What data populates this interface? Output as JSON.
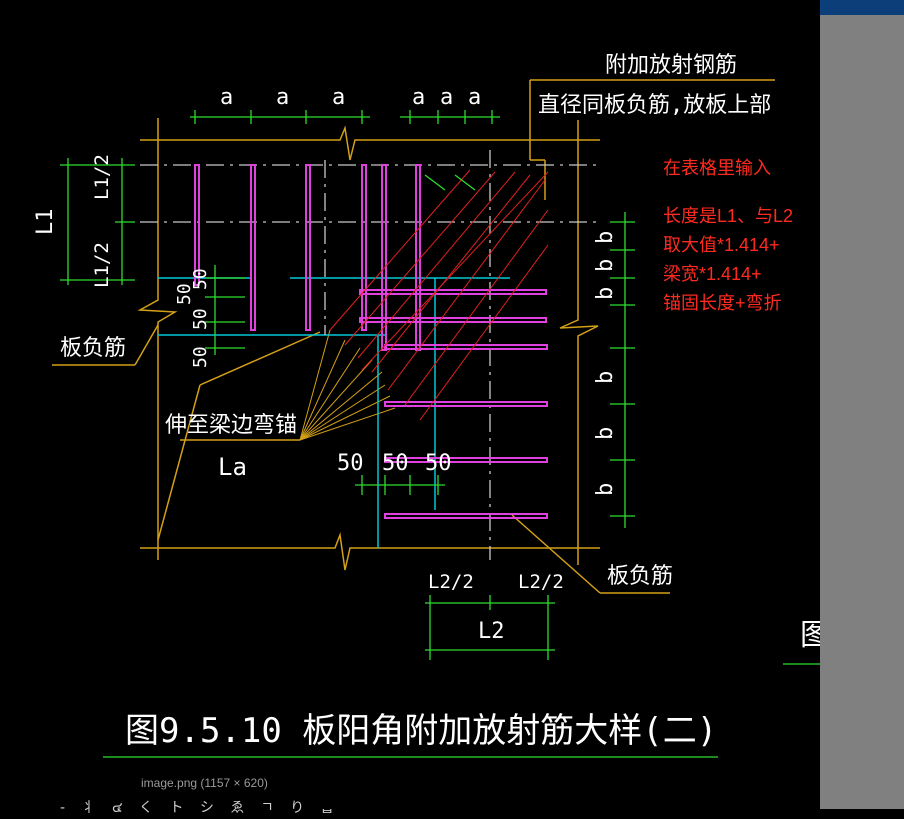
{
  "labels": {
    "top_right_title_1": "附加放射钢筋",
    "top_right_title_2": "直径同板负筋,放板上部",
    "top_dim_a": [
      "a",
      "a",
      "a",
      "a",
      "a",
      "a"
    ],
    "left_dim_l1": "L1",
    "left_dim_l1_half_top": "L1/2",
    "left_dim_l1_half_bottom": "L1/2",
    "left_dim_50_a": "50",
    "left_dim_50_b": "50",
    "left_dim_50_c": "50",
    "left_dim_50_d": "50",
    "left_rebar_label": "板负筋",
    "anchor_label": "伸至梁边弯锚",
    "la_label": "La",
    "bottom_dim_50_a": "50",
    "bottom_dim_50_b": "50",
    "bottom_dim_50_c": "50",
    "right_dim_b": [
      "b",
      "b",
      "b",
      "b",
      "b",
      "b"
    ],
    "bottom_right_rebar_label": "板负筋",
    "bottom_l2_half_left": "L2/2",
    "bottom_l2_half_right": "L2/2",
    "bottom_l2": "L2",
    "figure_title": "图9.5.10  板阳角附加放射筋大样(二)",
    "cut_glyph": "图"
  },
  "note": {
    "line1": "在表格里输入",
    "line2": "长度是L1、与L2",
    "line3": "取大值*1.414+",
    "line4": "梁宽*1.414+",
    "line5": "锚固长度+弯折"
  },
  "image_caption": "image.png (1157 × 620)",
  "bottom_strip_text": "- 丬 ๔ く ト シ ゑ ㄱ り ᆸ",
  "colors": {
    "background": "#000000",
    "beam_lines": "#d4a017",
    "rebar_magenta": "#e040e0",
    "radial_red": "#e02020",
    "dimension_green": "#2fdc2f",
    "cyan": "#00c8d8",
    "white_text": "#ffffff",
    "note_red": "#ff2a1f",
    "side_panel": "#808080"
  }
}
